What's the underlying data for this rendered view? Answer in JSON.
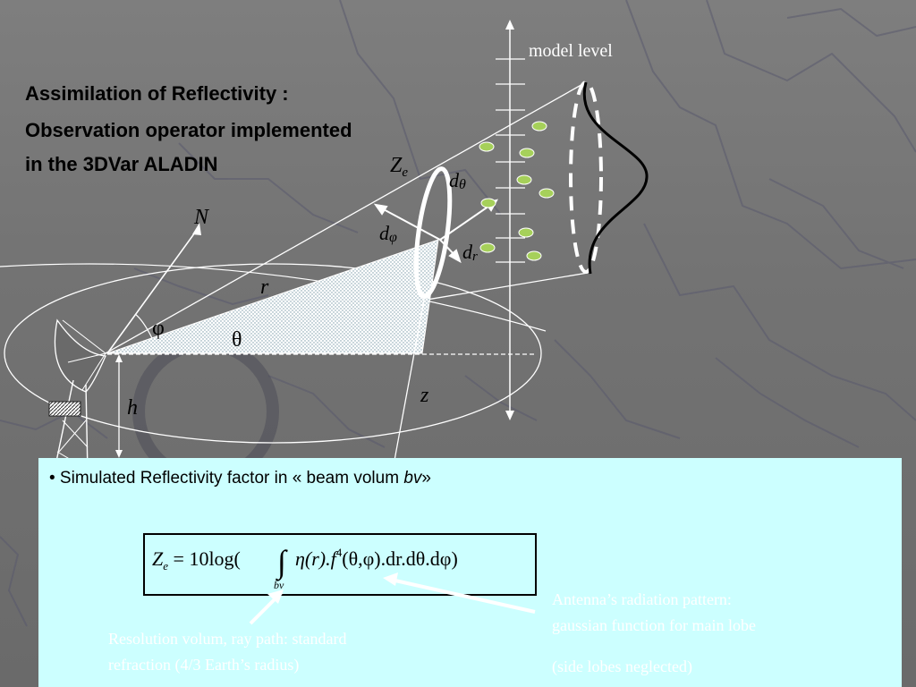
{
  "slide": {
    "title_line1": "Assimilation of Reflectivity :",
    "title_line2": "Observation operator implemented",
    "title_line3": "in the 3DVar ALADIN"
  },
  "diagram": {
    "label_model_level": "model level",
    "label_Ze_main": "Z",
    "label_Ze_sub": "e",
    "label_dtheta_d": "d",
    "label_dtheta_sym": "θ",
    "label_dphi_d": "d",
    "label_dphi_sym": "φ",
    "label_dr_d": "d",
    "label_dr_sub": "r",
    "label_N": "N",
    "label_r": "r",
    "label_phi": "φ",
    "label_theta": "θ",
    "label_z": "z",
    "label_h": "h"
  },
  "panel": {
    "bullet_prefix": "• Simulated Reflectivity factor in « beam volum ",
    "bullet_italic": "bv",
    "bullet_suffix": "»",
    "formula_left": "Z",
    "formula_left_sub": "e",
    "formula_eq": " = 10log(",
    "formula_integral": "∫",
    "formula_integral_sub": "bv",
    "formula_body": "η(r).f",
    "formula_power": "4",
    "formula_tail": "(θ,φ).dr.dθ.dφ)",
    "note_resolution_line1": "Resolution volum, ray path: standard",
    "note_resolution_line2": "refraction (4/3 Earth’s radius)",
    "note_antenna_line1": "Antenna’s radiation pattern:",
    "note_antenna_line2": "gaussian function for main lobe",
    "note_antenna_line3": "(side lobes neglected)"
  },
  "colors": {
    "panel_bg": "#ccffff",
    "dot_fill": "#a6d05a",
    "line_white": "#ffffff"
  }
}
